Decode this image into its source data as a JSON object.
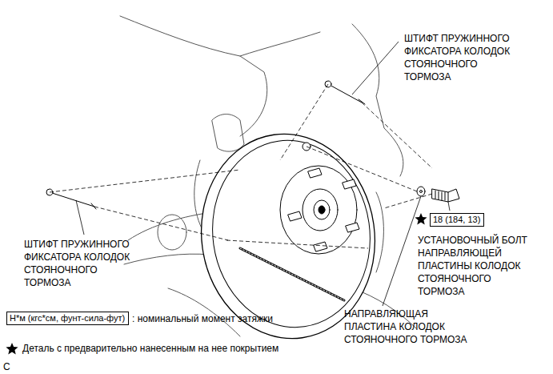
{
  "diagram": {
    "nodes": [
      {
        "text": [
          "18 (184, 13)"
        ]
      },
      {
        "text": [
          "Н*м (кгс*см, фунт-сила-фут)"
        ]
      }
    ],
    "labels": [
      "ШТИФТ ПРУЖИННОГО ФИКСАТОРА КОЛОДОК СТОЯНОЧНОГО ТОРМОЗА",
      "УСТАНОВОЧНЫЙ БОЛТ НАПРАВЛЯЮЩЕЙ ПЛАСТИНЫ КОЛОДОК СТОЯНОЧНОГО ТОРМОЗА",
      "ШТИФТ ПРУЖИННОГО ФИКСАТОРА КОЛОДОК СТОЯНОЧНОГО ТОРМОЗА",
      "НАПРАВЛЯЮЩАЯ ПЛАСТИНА КОЛОДОК СТОЯНОЧНОГО ТОРМОЗА",
      ": номинальный момент затяжки",
      "Деталь с предварительно нанесенным на нее покрытием",
      "C"
    ]
  }
}
